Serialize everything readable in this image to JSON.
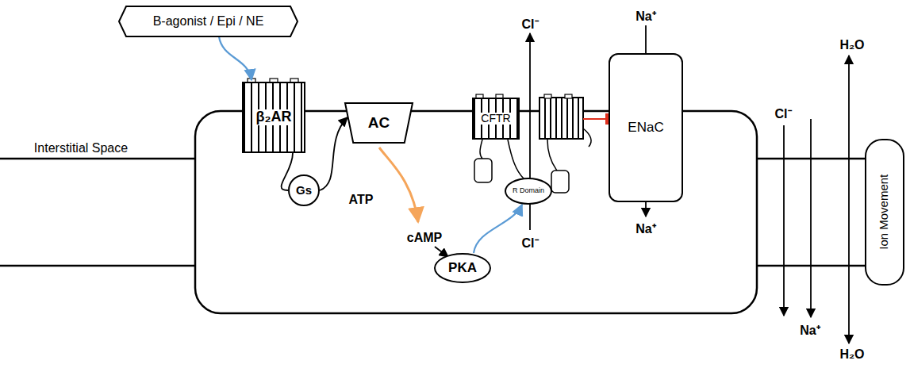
{
  "diagram": {
    "nodes": [
      {
        "text": [
          "B-agonist / Epi / NE"
        ]
      },
      {
        "text": [
          "β₂AR"
        ]
      },
      {
        "text": [
          "Gs"
        ]
      },
      {
        "text": [
          "AC"
        ]
      },
      {
        "text": [
          "CFTR"
        ]
      },
      {
        "text": [
          "R Domain"
        ]
      },
      {
        "text": [
          "PKA"
        ]
      },
      {
        "text": [
          "ENaC"
        ]
      },
      {
        "text": [
          "Ion Movement"
        ]
      }
    ],
    "edges": [
      {
        "from": 0,
        "to": 1,
        "arrow": "to"
      },
      {
        "from": 1,
        "to": 2,
        "arrow": "none"
      },
      {
        "from": 2,
        "to": 3,
        "arrow": "to"
      },
      {
        "from": 6,
        "to": 5,
        "arrow": "to"
      }
    ],
    "labels": [
      "Interstitial Space",
      "ATP",
      "cAMP",
      "Cl⁻",
      "Cl⁻",
      "Na⁺",
      "Na⁺",
      "Cl⁻",
      "Na⁺",
      "H₂O",
      "H₂O"
    ]
  }
}
